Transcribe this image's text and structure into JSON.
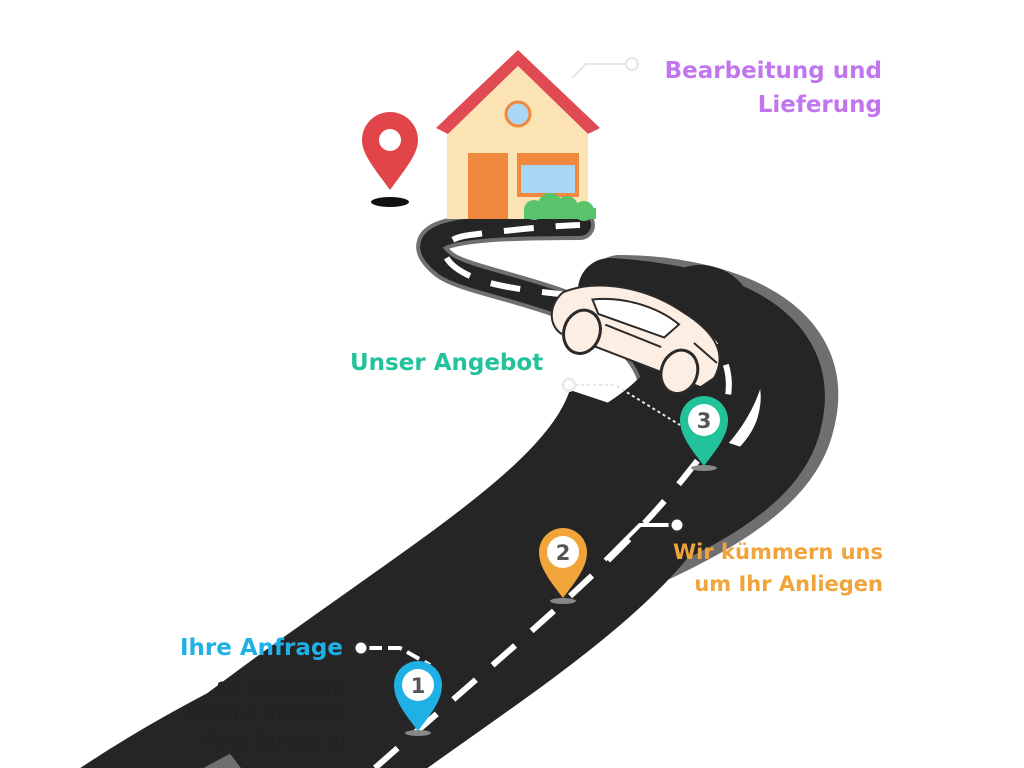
{
  "steps": [
    {
      "number": "1",
      "title": "Ihre Anfrage",
      "color": "#1fb1e6",
      "description_lines": [
        "Sie senden uns",
        "zunächst detailliert",
        "Ihren Wunsch zu"
      ]
    },
    {
      "number": "2",
      "title_lines": [
        "Wir kümmern uns",
        "um Ihr Anliegen"
      ],
      "color": "#f0a43a"
    },
    {
      "number": "3",
      "title": "Unser Angebot",
      "color": "#22c29a"
    },
    {
      "title_lines": [
        "Bearbeitung und",
        "Lieferung"
      ],
      "color": "#c176ee"
    }
  ],
  "icons": {
    "destination": "location-pin-icon",
    "house": "house-icon",
    "car": "car-icon"
  },
  "colors": {
    "road": "#252525",
    "road_edge": "#6f6f6f",
    "house_roof": "#e04a52",
    "house_wall": "#fbe3b4",
    "house_door": "#f0883e",
    "house_window": "#a9d6f2",
    "bush": "#59c36b",
    "destination_pin": "#e24549"
  }
}
